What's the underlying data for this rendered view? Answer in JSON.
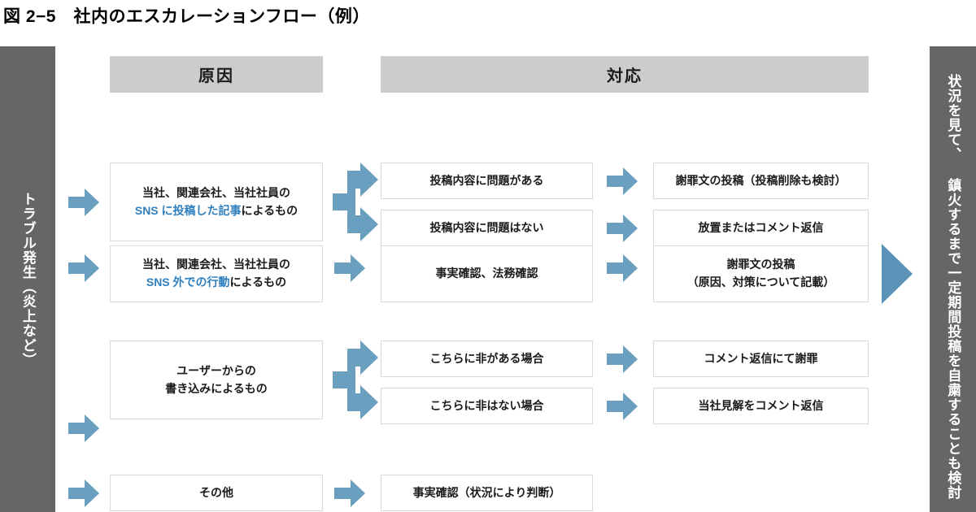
{
  "title": "図 2−5　社内のエスカレーションフロー（例）",
  "colors": {
    "arrow": "#6a9fc0",
    "band": "#666666",
    "header_bar": "#cccccc",
    "box_border": "#d9d9d9",
    "accent_text": "#2f7fbf",
    "text": "#1a1a1a"
  },
  "side_bands": {
    "left": {
      "label": "トラブル発生（炎上など）"
    },
    "right": {
      "label": "状況を見て、 鎮火するまで一定期間投稿を自粛することも検討"
    }
  },
  "headers": {
    "cause": "原因",
    "response": "対応"
  },
  "chart_data": {
    "type": "flowchart",
    "title": "図 2−5　社内のエスカレーションフロー（例）",
    "entry": "トラブル発生（炎上など）",
    "exit": "状況を見て、 鎮火するまで一定期間投稿を自粛することも検討",
    "columns": [
      "原因",
      "対応",
      "対応"
    ],
    "rows": [
      {
        "cause_prefix": "当社、関連会社、当社社員の",
        "cause_accent": "SNS に投稿した記事",
        "cause_suffix": "によるもの",
        "branch": true,
        "branches": [
          {
            "mid": "投稿内容に問題がある",
            "right": "謝罪文の投稿（投稿削除も検討）"
          },
          {
            "mid": "投稿内容に問題はない",
            "right": "放置またはコメント返信"
          }
        ]
      },
      {
        "cause_prefix": "当社、関連会社、当社社員の",
        "cause_accent": "SNS 外での行動",
        "cause_suffix": "によるもの",
        "branch": false,
        "branches": [
          {
            "mid": "事実確認、法務確認",
            "right_line1": "謝罪文の投稿",
            "right_line2": "（原因、対策について記載）"
          }
        ]
      },
      {
        "cause_line1": "ユーザーからの",
        "cause_line2": "書き込みによるもの",
        "branch": true,
        "branches": [
          {
            "mid": "こちらに非がある場合",
            "right": "コメント返信にて謝罪"
          },
          {
            "mid": "こちらに非はない場合",
            "right": "当社見解をコメント返信"
          }
        ]
      },
      {
        "cause_line1": "その他",
        "branch": false,
        "branches": [
          {
            "mid": "事実確認（状況により判断）"
          }
        ]
      }
    ]
  },
  "icons": {
    "arrow_right": "arrow-right-icon",
    "branch_arrow": "branch-arrow-icon",
    "triangle_right": "triangle-right-icon"
  }
}
